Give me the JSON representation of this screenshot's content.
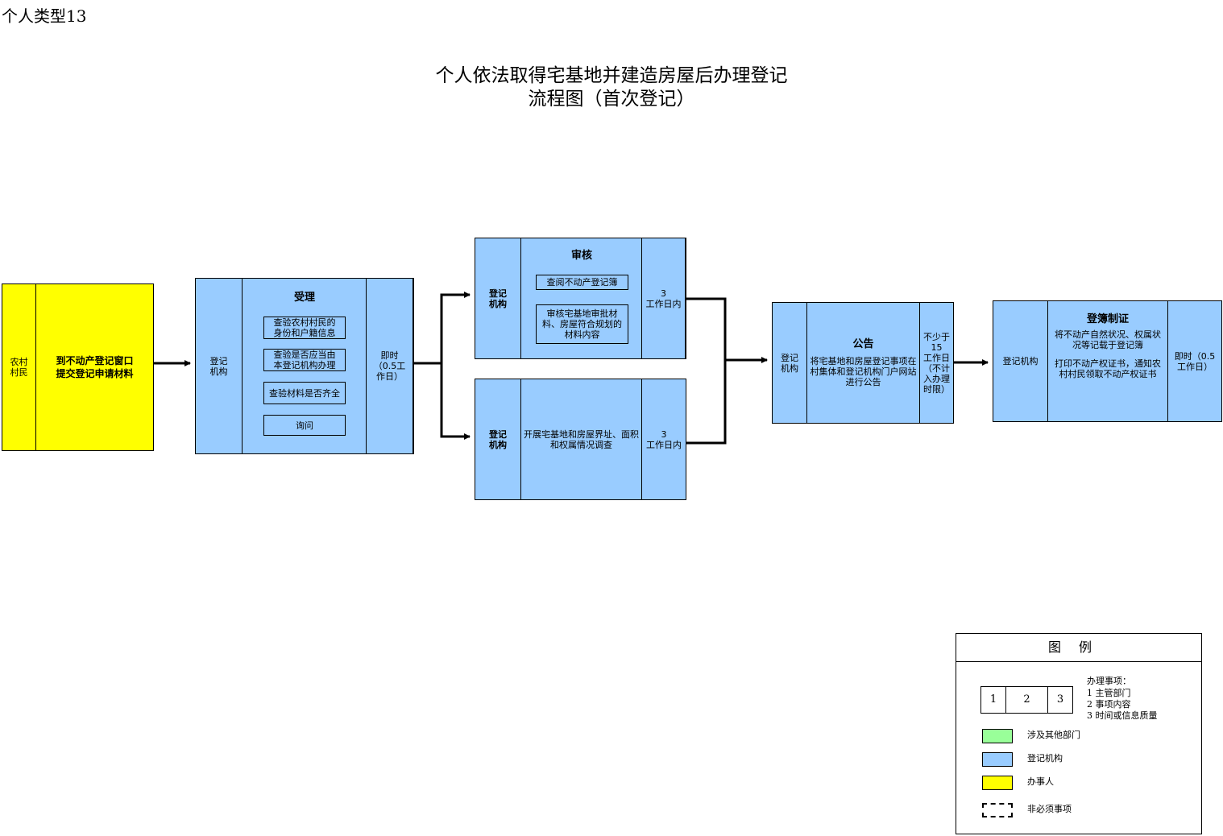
{
  "page_label": "个人类型13",
  "title": {
    "line1": "个人依法取得宅基地并建造房屋后办理登记",
    "line2": "流程图（首次登记）"
  },
  "colors": {
    "applicant": "#ffff00",
    "registration_agency": "#99ccff",
    "other_department": "#99ff99",
    "line": "#000000"
  },
  "step1": {
    "dept": "农村\n村民",
    "content": "到不动产登记窗口\n提交登记申请材料"
  },
  "step2": {
    "dept": "登记\n机构",
    "heading": "受理",
    "items": [
      "查验农村村民的\n身份和户籍信息",
      "查验是否应当由\n本登记机构办理",
      "查验材料是否齐全",
      "询问"
    ],
    "time": "即时\n（0.5工\n作日）"
  },
  "step3a": {
    "dept": "登记\n机构",
    "heading": "审核",
    "items": [
      "查阅不动产登记簿",
      "审核宅基地审批材\n料、房屋符合规划的\n材料内容"
    ],
    "time": "3\n工作日内"
  },
  "step3b": {
    "dept": "登记\n机构",
    "content": "开展宅基地和房屋界址、面积\n和权属情况调查",
    "time": "3\n工作日内"
  },
  "step4": {
    "dept": "登记\n机构",
    "heading": "公告",
    "content": "将宅基地和房屋登记事项在\n村集体和登记机构门户网站\n进行公告",
    "time": "不少于\n15\n工作日\n（不计\n入办理\n时限）"
  },
  "step5": {
    "dept": "登记机构",
    "heading": "登簿制证",
    "content1": "将不动产自然状况、权属状\n况等记载于登记簿",
    "content2": "打印不动产权证书，通知农\n村村民领取不动产权证书",
    "time": "即时（0.5\n工作日）"
  },
  "legend": {
    "title": "图例",
    "sample_cells": [
      "1",
      "2",
      "3"
    ],
    "items_heading": "办理事项：",
    "items": [
      "1 主管部门",
      "2 事项内容",
      "3 时间或信息质量"
    ],
    "other_department": "涉及其他部门",
    "registration_agency": "登记机构",
    "applicant": "办事人",
    "optional": "非必须事项"
  }
}
